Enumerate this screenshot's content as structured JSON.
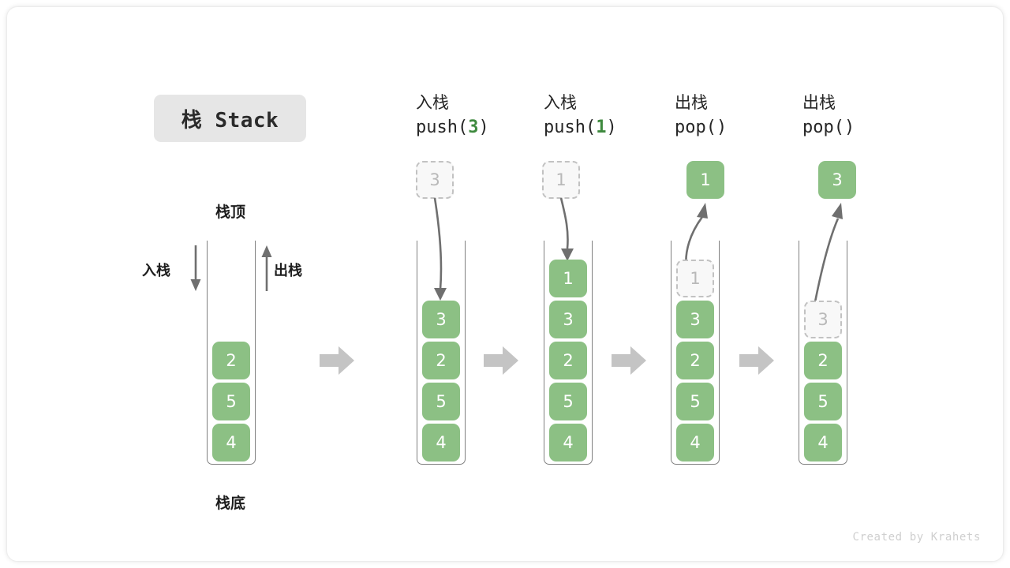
{
  "title": {
    "badge": "栈 Stack"
  },
  "labels": {
    "top": "栈顶",
    "bottom": "栈底",
    "push_side": "入栈",
    "pop_side": "出栈"
  },
  "colors": {
    "cell_green": "#8cc084",
    "accent_green": "#3f8a3f",
    "ghost_gray": "#c2c2c2",
    "arrow_gray": "#6f6f6f",
    "flow_arrow_gray": "#c4c4c4",
    "badge_bg": "#e6e6e6"
  },
  "initial_stack": {
    "cells": [
      "2",
      "5",
      "4"
    ]
  },
  "steps": [
    {
      "op": "push",
      "cn": "入栈",
      "code_pre": "push(",
      "code_arg": "3",
      "code_post": ")",
      "floating_value": "3",
      "floating_kind": "ghost",
      "cells": [
        "3",
        "2",
        "5",
        "4"
      ],
      "ghost_in_stack": null
    },
    {
      "op": "push",
      "cn": "入栈",
      "code_pre": "push(",
      "code_arg": "1",
      "code_post": ")",
      "floating_value": "1",
      "floating_kind": "ghost",
      "cells": [
        "1",
        "3",
        "2",
        "5",
        "4"
      ],
      "ghost_in_stack": null
    },
    {
      "op": "pop",
      "cn": "出栈",
      "code_pre": "pop(",
      "code_arg": "",
      "code_post": ")",
      "floating_value": "1",
      "floating_kind": "filled",
      "cells": [
        "3",
        "2",
        "5",
        "4"
      ],
      "ghost_in_stack": "1"
    },
    {
      "op": "pop",
      "cn": "出栈",
      "code_pre": "pop(",
      "code_arg": "",
      "code_post": ")",
      "floating_value": "3",
      "floating_kind": "filled",
      "cells": [
        "2",
        "5",
        "4"
      ],
      "ghost_in_stack": "3"
    }
  ],
  "footer": {
    "credit": "Created by Krahets"
  }
}
